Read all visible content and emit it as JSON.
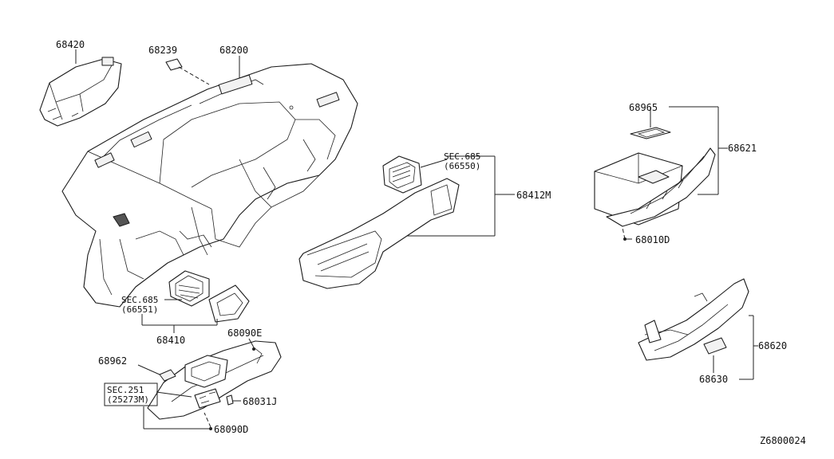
{
  "diagram_id": "Z6800024",
  "parts": {
    "p68420": "68420",
    "p68239": "68239",
    "p68200": "68200",
    "p68965": "68965",
    "p68621": "68621",
    "p68412m": "68412M",
    "p68010d": "68010D",
    "p68410": "68410",
    "p68090e": "68090E",
    "p68962": "68962",
    "p68031j": "68031J",
    "p68090d": "68090D",
    "p68620": "68620",
    "p68630": "68630"
  },
  "sections": {
    "sec_a_line1": "SEC.685",
    "sec_a_line2": "(66550)",
    "sec_b_line1": "SEC.685",
    "sec_b_line2": "(66551)",
    "sec_c_line1": "SEC.251",
    "sec_c_line2": "(25273M)"
  }
}
